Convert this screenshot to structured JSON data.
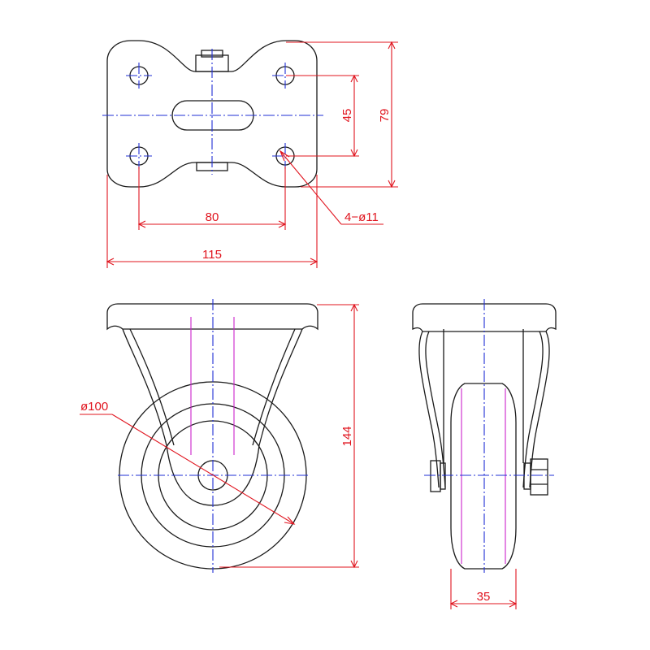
{
  "views": {
    "top": "top-view",
    "front": "front-view",
    "side": "side-view"
  },
  "dimensions": {
    "top_bolt_spacing_vertical": "45",
    "top_plate_depth": "79",
    "top_bolt_spacing_horizontal": "80",
    "top_plate_width": "115",
    "bolt_holes": "4−ø11",
    "wheel_diameter": "ø100",
    "overall_height": "144",
    "wheel_width": "35"
  },
  "colors": {
    "outline": "#1a1a1a",
    "dimension": "#e0141e",
    "centerline": "#1f2fd6",
    "hidden_line": "#cc22cc"
  }
}
